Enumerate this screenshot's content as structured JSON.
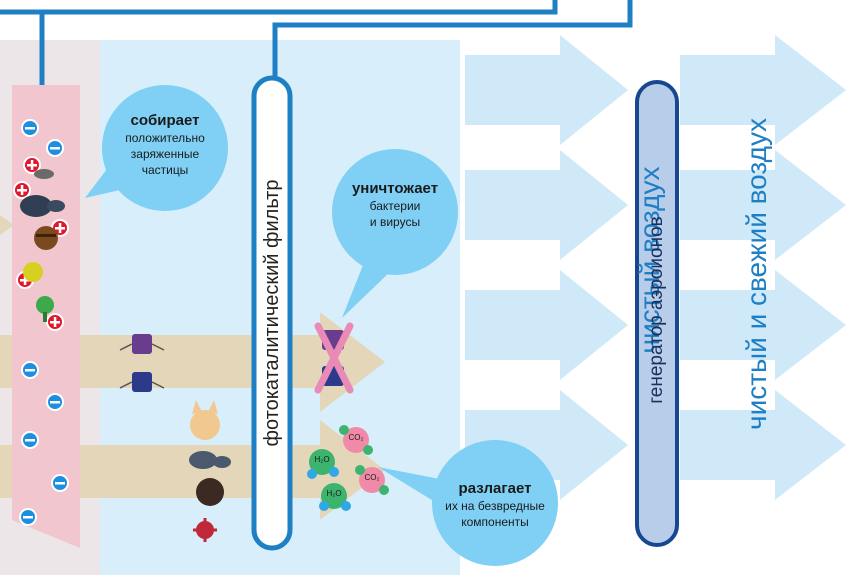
{
  "filter_label": "фотокаталитический фильтр",
  "generator_label": "генератор аэроионов",
  "clean_air_label": "чистый воздух",
  "clean_fresh_air_label": "чистый и свежий воздух",
  "bubbles": {
    "collects": {
      "title": "собирает",
      "line1": "положительно",
      "line2": "заряженные",
      "line3": "частицы"
    },
    "destroys": {
      "title": "уничтожает",
      "line1": "бактерии",
      "line2": "и вирусы"
    },
    "decomposes": {
      "title": "разлагает",
      "line1": "их на безвредные",
      "line2": "компоненты"
    }
  },
  "molecules": {
    "co2": "CO₂",
    "h2o": "H₂O"
  },
  "colors": {
    "accent_blue": "#1f7fc4",
    "light_blue": "#d4ebf8",
    "bubble_blue": "#7fd0f4",
    "beige": "#e4d6b8",
    "plus_red": "#e0182d",
    "minus_blue": "#1e8fe0"
  }
}
